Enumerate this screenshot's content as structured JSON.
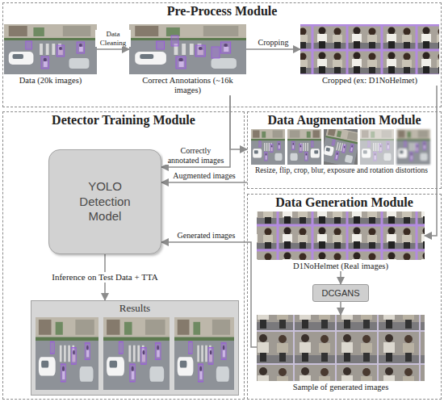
{
  "diagram": {
    "nodes": [
      {
        "text": [
          "Pre-Process Module"
        ]
      },
      {
        "text": [
          "Data (20k images)"
        ],
        "in": 0
      },
      {
        "text": [
          "Correct Annotations (~16k images)"
        ],
        "in": 0
      },
      {
        "text": [
          "Cropped (ex: D1NoHelmet)"
        ],
        "in": 0
      },
      {
        "text": [
          "Detector Training Module"
        ]
      },
      {
        "text": [
          "YOLO Detection Model"
        ],
        "in": 4
      },
      {
        "text": [
          "Results"
        ],
        "in": 4
      },
      {
        "text": [
          "Data Augmentation Module"
        ]
      },
      {
        "text": [
          "Resize, flip, crop, blur, exposure and rotation distortions"
        ],
        "in": 7
      },
      {
        "text": [
          "Data Generation Module"
        ]
      },
      {
        "text": [
          "D1NoHelmet (Real images)"
        ],
        "in": 9
      },
      {
        "text": [
          "DCGANS"
        ],
        "in": 9
      },
      {
        "text": [
          "Sample of generated images"
        ],
        "in": 9
      }
    ],
    "edges": [
      {
        "from": 1,
        "to": 2,
        "arrow": "to",
        "label": "Data Cleaning"
      },
      {
        "from": 2,
        "to": 3,
        "arrow": "to",
        "label": "Cropping"
      },
      {
        "from": 2,
        "to": 5,
        "arrow": "to",
        "label": "Correctly annotated images"
      },
      {
        "from": 2,
        "to": 7,
        "arrow": "to"
      },
      {
        "from": 7,
        "to": 5,
        "arrow": "to",
        "label": "Augmented images"
      },
      {
        "from": 3,
        "to": 10,
        "arrow": "to"
      },
      {
        "from": 10,
        "to": 11,
        "arrow": "to"
      },
      {
        "from": 11,
        "to": 12,
        "arrow": "to"
      },
      {
        "from": 12,
        "to": 5,
        "arrow": "to",
        "label": "Generated images"
      },
      {
        "from": 5,
        "to": 6,
        "arrow": "to",
        "label": "Inference on Test Data + TTA"
      }
    ]
  }
}
